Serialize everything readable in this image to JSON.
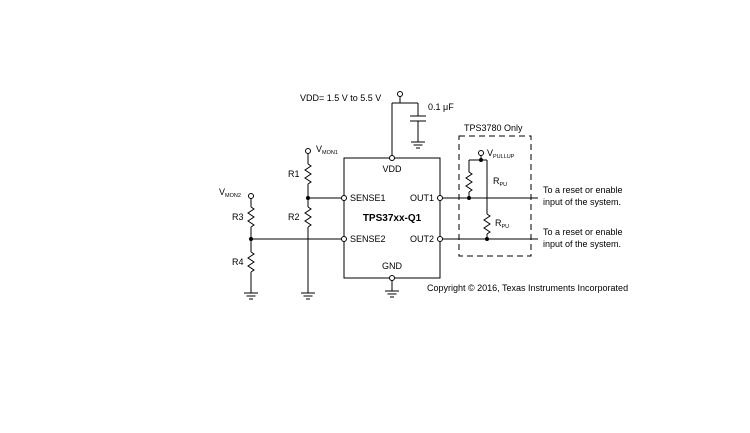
{
  "supply": {
    "vdd_label": "VDD= 1.5 V to 5.5 V",
    "cap_label": "0.1 μF"
  },
  "ic": {
    "name": "TPS37xx-Q1",
    "pin_vdd": "VDD",
    "pin_gnd": "GND",
    "pin_sense1": "SENSE1",
    "pin_sense2": "SENSE2",
    "pin_out1": "OUT1",
    "pin_out2": "OUT2"
  },
  "inputs": {
    "vmon1_main": "V",
    "vmon1_sub": "MON1",
    "vmon2_main": "V",
    "vmon2_sub": "MON2"
  },
  "resistors": {
    "r1": "R1",
    "r2": "R2",
    "r3": "R3",
    "r4": "R4",
    "rpu_main": "R",
    "rpu_sub": "PU"
  },
  "pullup": {
    "box_title": "TPS3780 Only",
    "vpullup_main": "V",
    "vpullup_sub": "PULLUP"
  },
  "outputs": {
    "out1_line1": "To a reset or enable",
    "out1_line2": "input of the system.",
    "out2_line1": "To a reset or enable",
    "out2_line2": "input of the system."
  },
  "copyright": "Copyright © 2016, Texas Instruments Incorporated"
}
